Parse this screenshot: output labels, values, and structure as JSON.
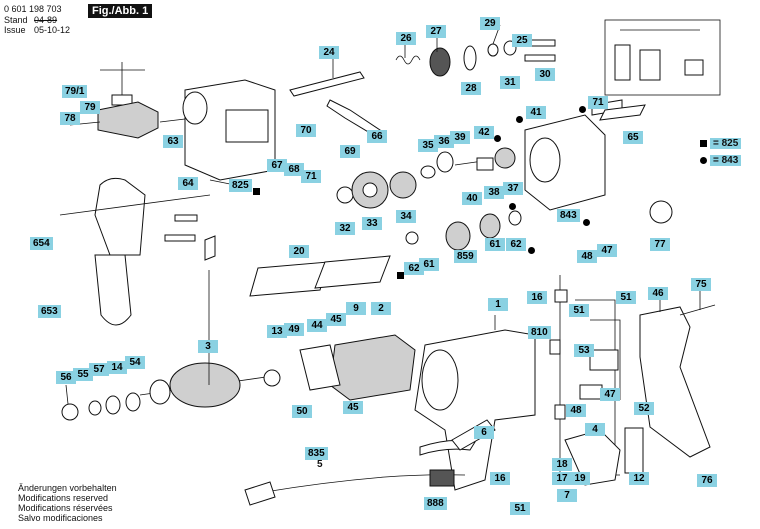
{
  "header": {
    "part_number": "0 601 198 703",
    "stand_label": "Stand",
    "stand_struck": "04-89",
    "issue_label": "Issue",
    "issue_date": "05-10-12",
    "figure_label": "Fig./Abb. 1"
  },
  "legend": {
    "square_text": "= 825",
    "dot_text": "= 843"
  },
  "labels": {
    "l24": "24",
    "l26": "26",
    "l27": "27",
    "l29": "29",
    "l79_1": "79/1",
    "l79": "79",
    "l78": "78",
    "l63": "63",
    "l25": "25",
    "l28": "28",
    "l31": "31",
    "l30": "30",
    "l41": "41",
    "l71a": "71",
    "l66": "66",
    "l70": "70",
    "l69": "69",
    "l67": "67",
    "l68": "68",
    "l71b": "71",
    "l42": "42",
    "l39": "39",
    "l36": "36",
    "l35": "35",
    "l65": "65",
    "l64": "64",
    "l825": "825",
    "l38": "38",
    "l37": "37",
    "l40": "40",
    "l34": "34",
    "l33": "33",
    "l32": "32",
    "l843": "843",
    "l654": "654",
    "l77": "77",
    "l61a": "61",
    "l62a": "62",
    "l859": "859",
    "l61b": "61",
    "l62b": "62",
    "l20": "20",
    "l47a": "47",
    "l48a": "48",
    "l9": "9",
    "l2": "2",
    "l1": "1",
    "l16a": "16",
    "l51a": "51",
    "l51b": "51",
    "l46": "46",
    "l75": "75",
    "l653": "653",
    "l45a": "45",
    "l13": "13",
    "l49": "49",
    "l44": "44",
    "l810": "810",
    "l3": "3",
    "l53": "53",
    "l56": "56",
    "l55": "55",
    "l57": "57",
    "l14": "14",
    "l54": "54",
    "l50": "50",
    "l45b": "45",
    "l48b": "48",
    "l47b": "47",
    "l4": "4",
    "l52": "52",
    "l835": "835",
    "l6": "6",
    "l18": "18",
    "l17": "17",
    "l19": "19",
    "l16b": "16",
    "l7": "7",
    "l12": "12",
    "l888": "888",
    "l51c": "51",
    "l76": "76"
  },
  "plain_labels": {
    "p5": "5"
  },
  "footer": {
    "lines": [
      "Änderungen vorbehalten",
      "Modifications reserved",
      "Modifications réservées",
      "Salvo modificaciones"
    ]
  },
  "colors": {
    "badge": "#8ad1e2",
    "ink": "#111111"
  }
}
